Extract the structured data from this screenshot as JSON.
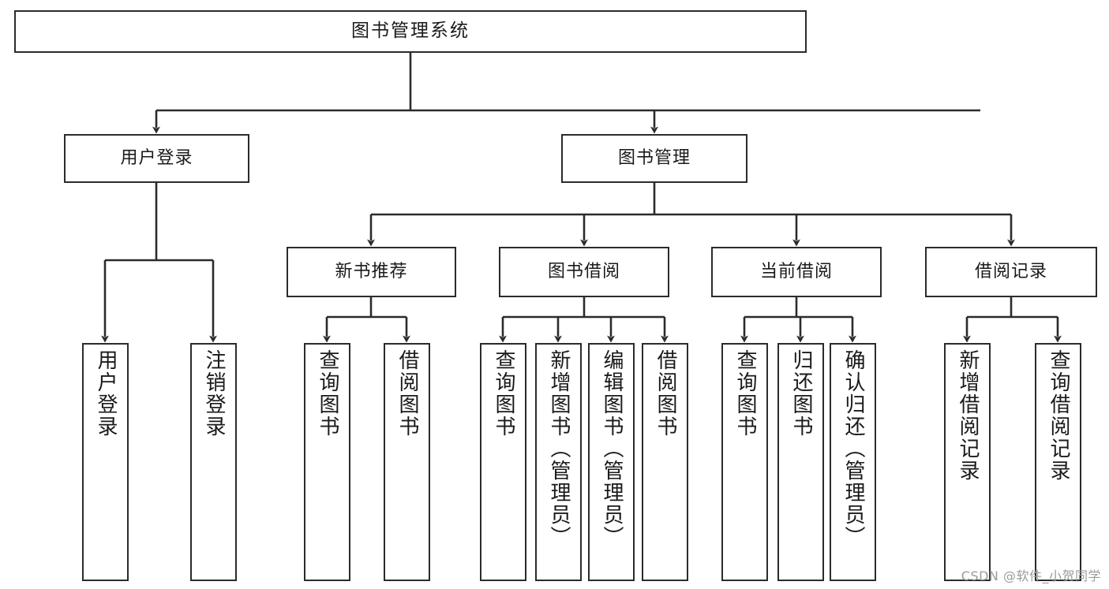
{
  "diagram": {
    "type": "tree",
    "title": "图书管理系统",
    "watermark": "CSDN @软件_小贺同学",
    "colors": {
      "box_border": "#2b2b2b",
      "box_fill": "#ffffff",
      "connector": "#2b2b2b",
      "text": "#1a1a1a",
      "watermark": "#9a9a9a"
    },
    "nodes": {
      "root": {
        "label": "图书管理系统"
      },
      "level2": [
        {
          "label": "用户登录"
        },
        {
          "label": "图书管理"
        }
      ],
      "level3": [
        {
          "label": "新书推荐"
        },
        {
          "label": "图书借阅"
        },
        {
          "label": "当前借阅"
        },
        {
          "label": "借阅记录"
        }
      ],
      "leaves": {
        "user_login": [
          {
            "label": "用户登录"
          },
          {
            "label": "注销登录"
          }
        ],
        "new_book": [
          {
            "label": "查询图书"
          },
          {
            "label": "借阅图书"
          }
        ],
        "borrow_book": [
          {
            "label": "查询图书"
          },
          {
            "label": "新增图书（管理员）"
          },
          {
            "label": "编辑图书（管理员）"
          },
          {
            "label": "借阅图书"
          }
        ],
        "current_borrow": [
          {
            "label": "查询图书"
          },
          {
            "label": "归还图书"
          },
          {
            "label": "确认归还（管理员）"
          }
        ],
        "borrow_record": [
          {
            "label": "新增借阅记录"
          },
          {
            "label": "查询借阅记录"
          }
        ]
      }
    }
  }
}
